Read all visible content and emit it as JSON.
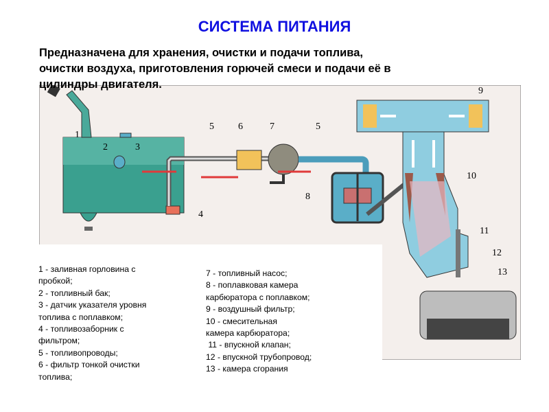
{
  "title": "СИСТЕМА ПИТАНИЯ",
  "intro_lines": [
    "Предназначена для хранения, очистки и подачи топлива,",
    "очистки воздуха, приготовления горючей смеси и подачи её в",
    "цилиндры двигателя."
  ],
  "diagram_labels": [
    "1",
    "2",
    "3",
    "4",
    "5",
    "6",
    "7",
    "5",
    "8",
    "9",
    "10",
    "11",
    "12",
    "13"
  ],
  "legend_left": [
    "1 - заливная горловина с",
    "пробкой;",
    "2 - топливный бак;",
    "3 - датчик указателя уровня",
    "топлива с поплавком;",
    "4 - топливозаборник с",
    "фильтром;",
    "5 - топливопроводы;",
    "6 - фильтр тонкой очистки",
    "топлива;"
  ],
  "legend_right": [
    "7 - топливный насос;",
    "8 - поплавковая камера",
    "карбюратора с поплавком;",
    "9 - воздушный фильтр;",
    "10 - смесительная",
    "камера карбюратора;",
    " 11 - впускной клапан;",
    "12 - впускной трубопровод;",
    "13 - камера сгорания"
  ],
  "colors": {
    "title": "#1010e0",
    "fuel": "#2f9a8c",
    "pipe": "#5aaec8",
    "filter": "#f2c25a",
    "arrow": "#e03a3a"
  }
}
